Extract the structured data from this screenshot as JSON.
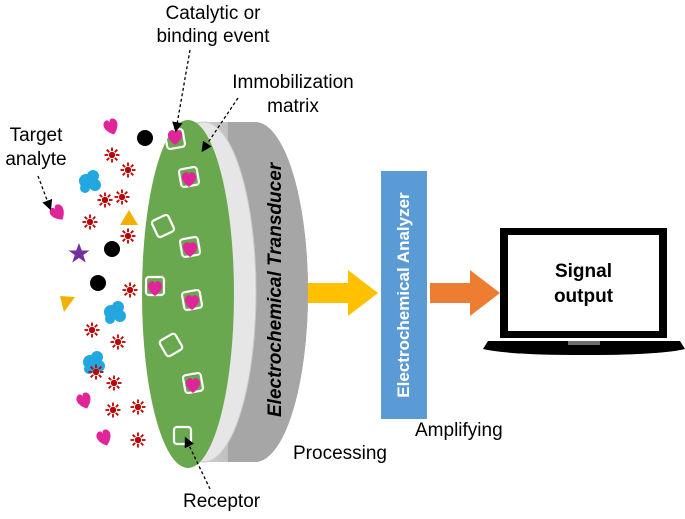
{
  "labels": {
    "catalytic_line1": "Catalytic or",
    "catalytic_line2": "binding event",
    "immob_line1": "Immobilization",
    "immob_line2": "matrix",
    "target_line1": "Target",
    "target_line2": "analyte",
    "transducer": "Electrochemical Transducer",
    "analyzer": "Electrochemical Analyzer",
    "signal_line1": "Signal",
    "signal_line2": "output",
    "processing": "Processing",
    "amplifying": "Amplifying",
    "receptor": "Receptor"
  },
  "colors": {
    "electrode_green": "#6aa84f",
    "transducer_gray": "#a6a6a6",
    "analyzer_blue": "#5b9bd5",
    "arrow_yellow": "#ffc000",
    "arrow_orange": "#ed7d31",
    "magenta": "#e0249a",
    "red": "#c00000",
    "cyan": "#22a7e0",
    "gold": "#f2b100",
    "purple": "#7030a0",
    "black": "#000000"
  }
}
